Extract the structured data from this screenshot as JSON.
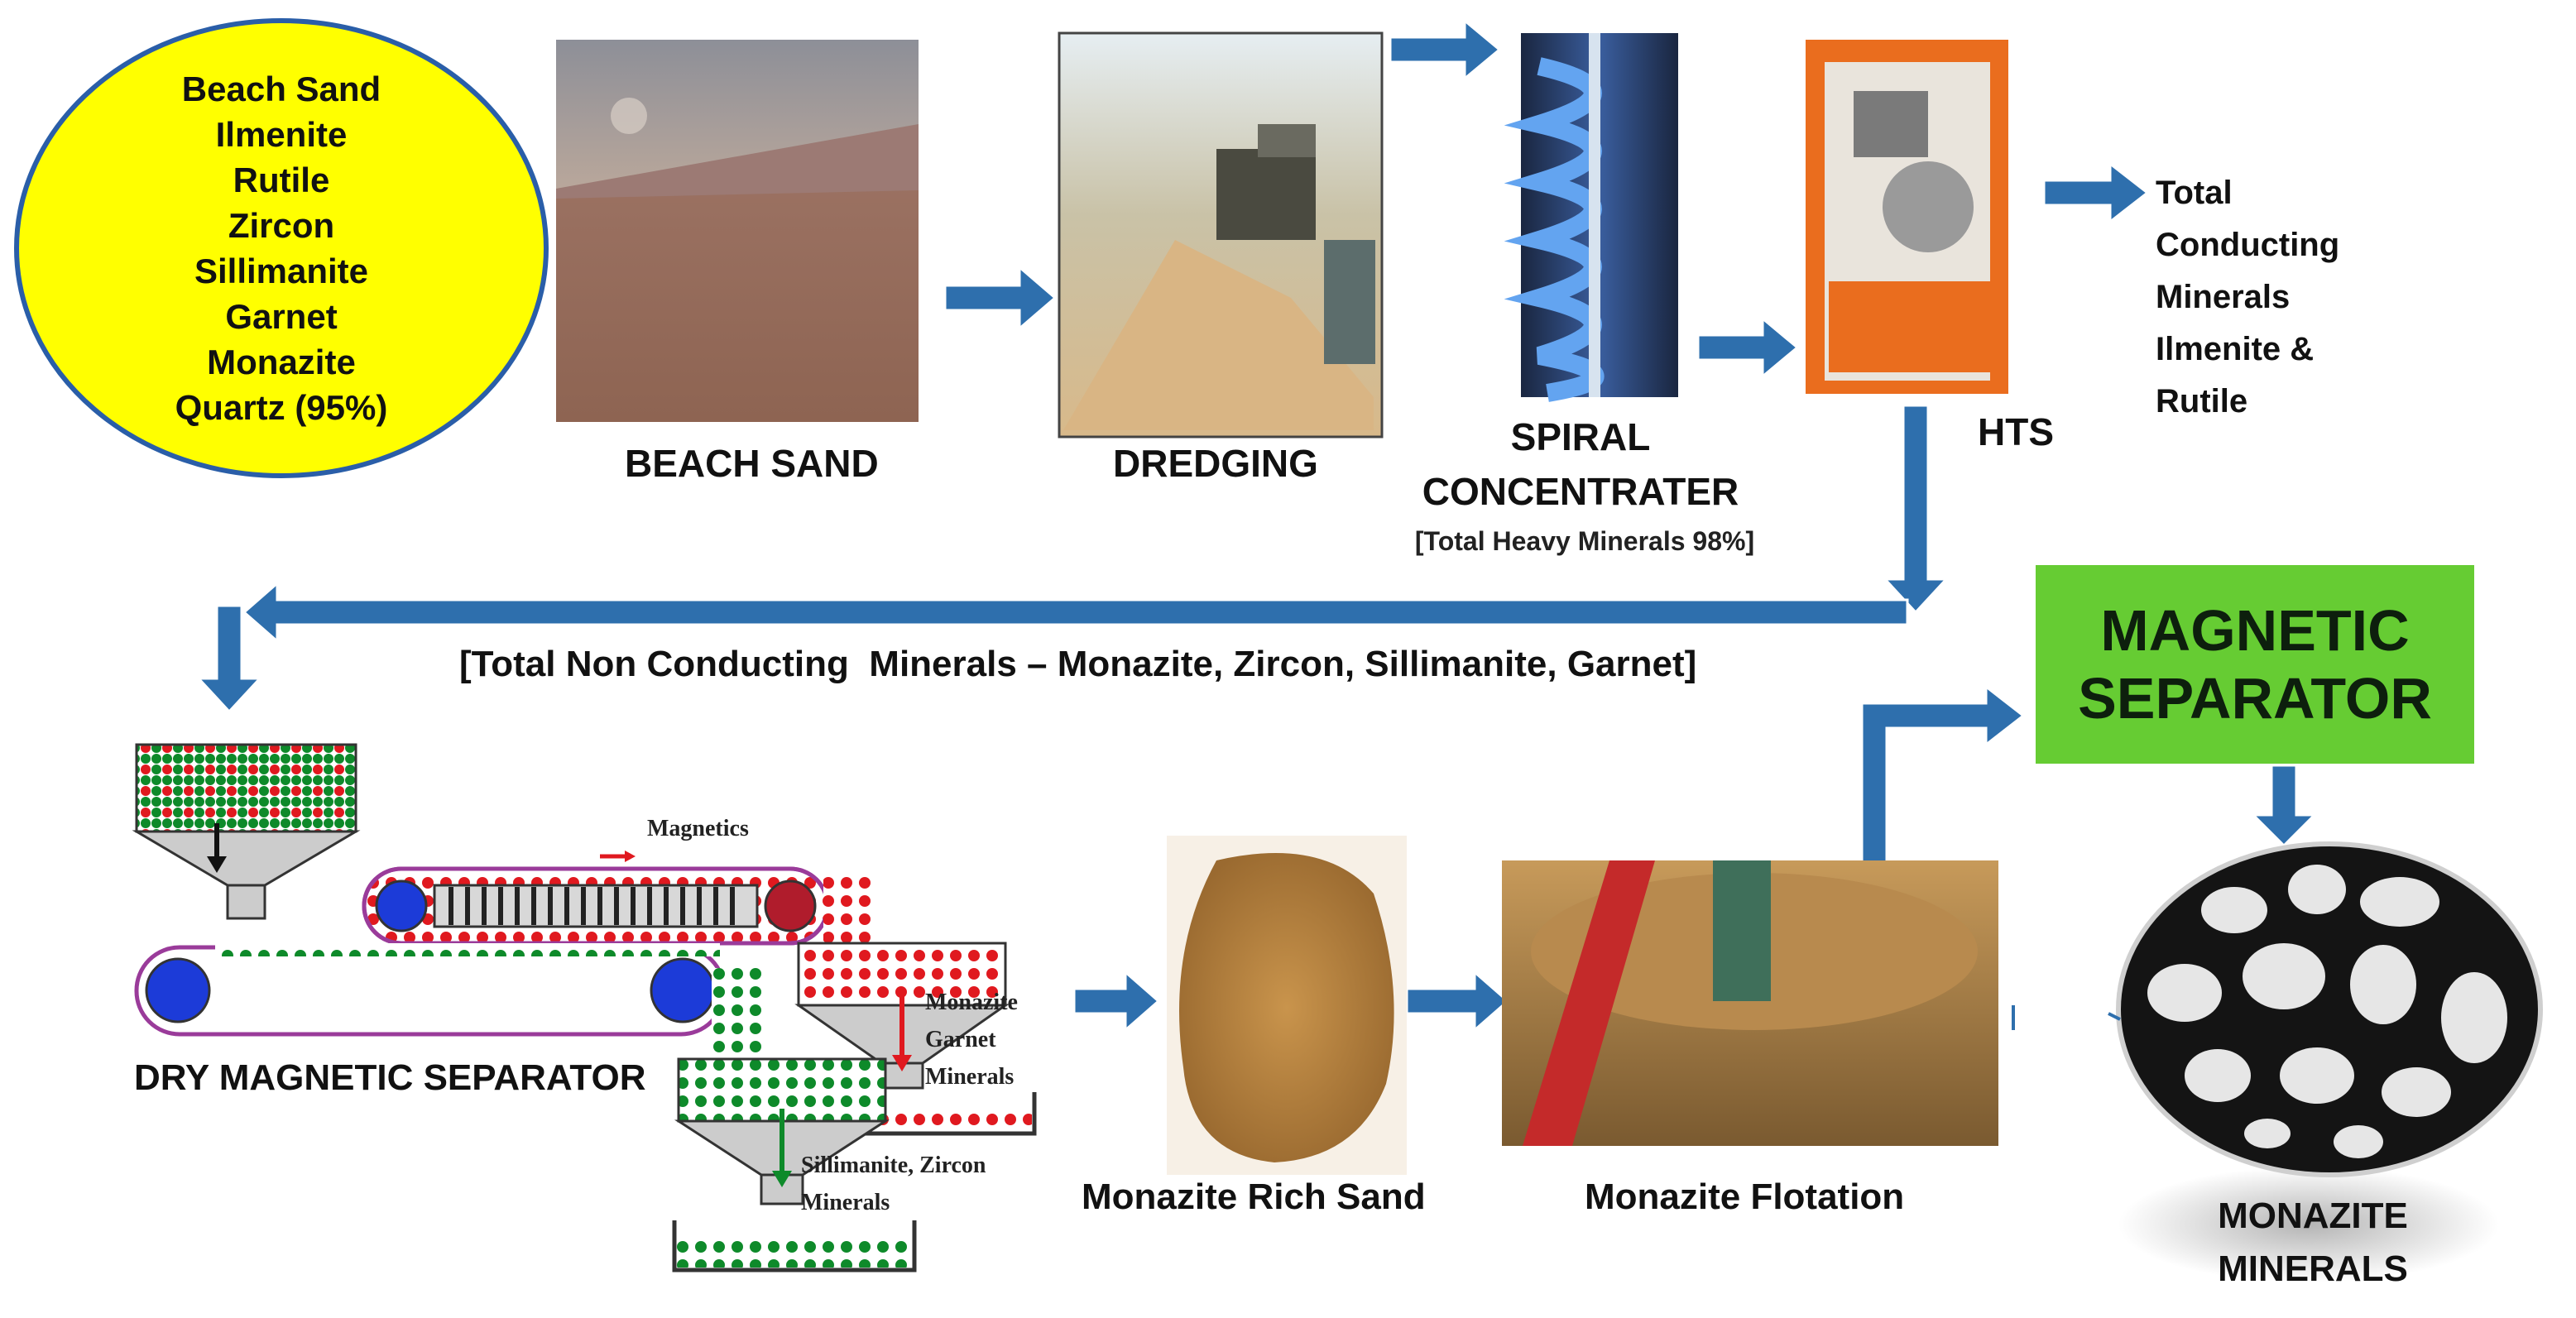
{
  "input_list": {
    "title": "Beach Sand",
    "items": [
      "Ilmenite",
      "Rutile",
      "Zircon",
      "Sillimanite",
      "Garnet",
      "Monazite",
      "Quartz (95%)"
    ]
  },
  "steps": {
    "beach_sand": "BEACH SAND",
    "dredging": "DREDGING",
    "spiral_line1": "SPIRAL",
    "spiral_line2": "CONCENTRATER",
    "spiral_note": "[Total Heavy Minerals 98%]",
    "hts": "HTS",
    "dry_magnetic": "DRY MAGNETIC SEPARATOR",
    "monazite_rich_sand": "Monazite Rich Sand",
    "monazite_flotation": "Monazite Flotation",
    "monazite_minerals_line1": "MONAZITE",
    "monazite_minerals_line2": "MINERALS"
  },
  "conducting": [
    "Total",
    "Conducting",
    "Minerals",
    "Ilmenite &",
    "Rutile"
  ],
  "non_conducting": "[Total Non Conducting  Minerals – Monazite, Zircon, Sillimanite, Garnet]",
  "magnetic_separator": {
    "line1": "MAGNETIC",
    "line2": "SEPARATOR"
  },
  "dry_separator_labels": {
    "magnetics": "Magnetics",
    "monazite": "Monazite",
    "garnet": "Garnet",
    "minerals_1": "Minerals",
    "sillimanite_zircon": "Sillimanite, Zircon",
    "minerals_2": "Minerals"
  },
  "colors": {
    "oval_fill": "#ffff00",
    "oval_stroke": "#2a5ea8",
    "arrow": "#2e6fad",
    "magnetic_box": "#66cc33",
    "magnetic_particles": "#e0191f",
    "nonmagnetic_particles": "#0e8a2a"
  }
}
